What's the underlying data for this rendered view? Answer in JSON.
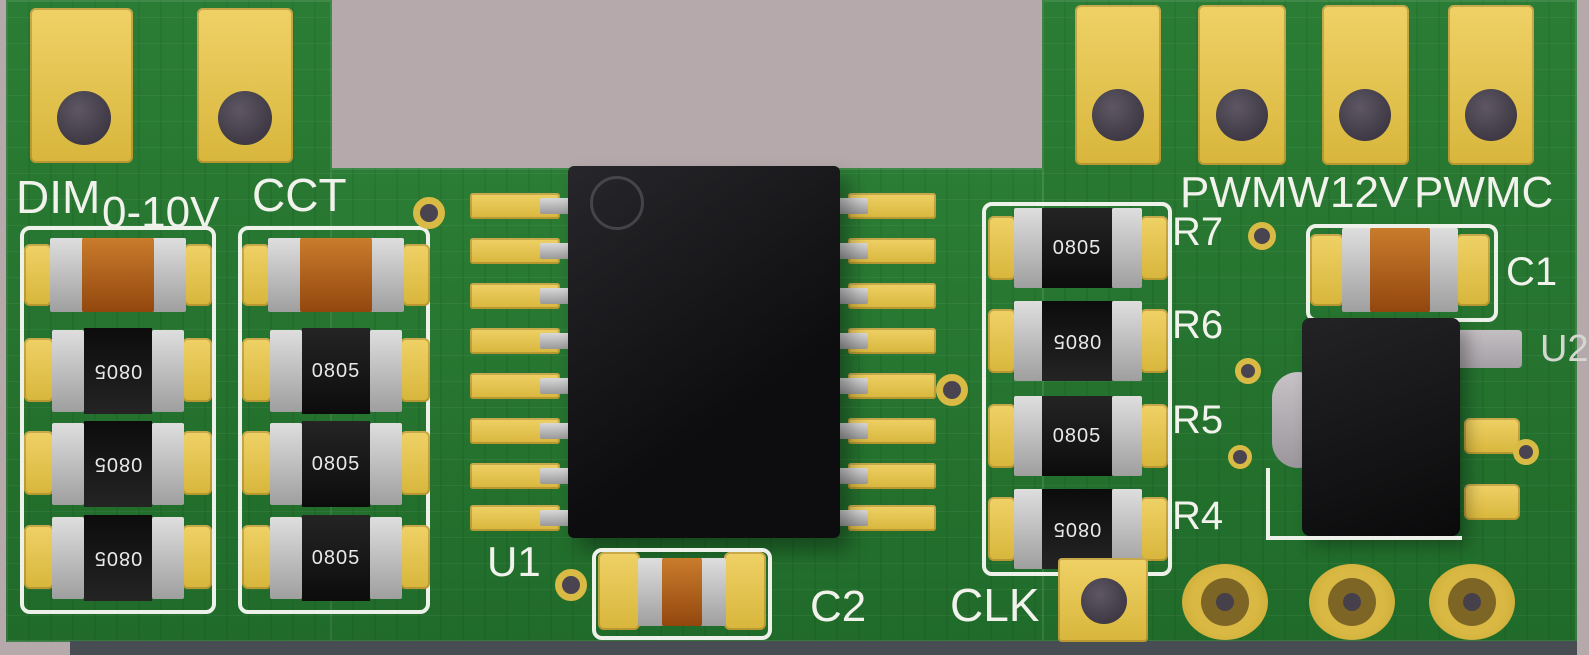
{
  "silkscreen": {
    "dim": "DIM",
    "range_0_10v": "0-10V",
    "cct": "CCT",
    "pwmw": "PWMW",
    "v12": "12V",
    "pwmc": "PWMC",
    "r7": "R7",
    "r6": "R6",
    "r5": "R5",
    "r4": "R4",
    "c1": "C1",
    "c2": "C2",
    "u1": "U1",
    "u2": "U2",
    "clk": "CLK"
  },
  "markings": {
    "smd_0805": "0805"
  },
  "colors": {
    "background": "#b6a9ac",
    "board_green": "#26732f",
    "pad_gold": "#e4c04b",
    "silkscreen_white": "#f1f2ec",
    "component_black": "#141414",
    "capacitor_orange": "#b4621c",
    "terminal_gray": "#c4c4c4",
    "hole_dark": "#453f4a"
  }
}
